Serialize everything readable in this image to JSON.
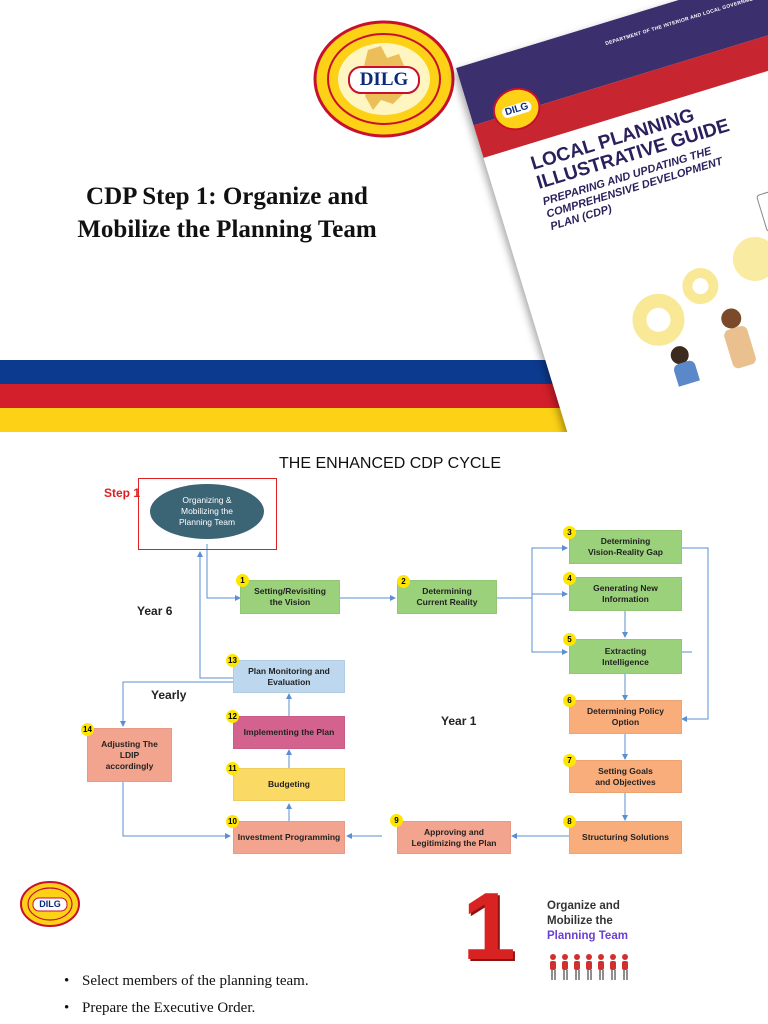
{
  "slide1": {
    "logo_text": "DILG",
    "title": "CDP Step 1: Organize and Mobilize the Planning Team",
    "book": {
      "department": "DEPARTMENT OF THE INTERIOR AND LOCAL GOVERNMENT",
      "logo_text": "DILG",
      "title_line1": "LOCAL PLANNING",
      "title_line2": "ILLUSTRATIVE GUIDE",
      "subtitle_line1": "PREPARING AND UPDATING THE",
      "subtitle_line2": "COMPREHENSIVE DEVELOPMENT",
      "subtitle_line3": "PLAN (CDP)"
    },
    "colors": {
      "blue": "#0c3a8e",
      "red": "#d21f2b",
      "yellow": "#fcd116",
      "book_purple": "#3c2f6d",
      "book_red": "#c7252f"
    }
  },
  "slide2": {
    "title": "THE ENHANCED CDP CYCLE",
    "step_label": "Step 1",
    "center_node": "Organizing & Mobilizing the Planning Team",
    "year6": "Year 6",
    "yearly": "Yearly",
    "year1": "Year 1",
    "steps": [
      {
        "n": "1",
        "label": "Setting/Revisiting the Vision"
      },
      {
        "n": "2",
        "label": "Determining Current Reality"
      },
      {
        "n": "3",
        "label": "Determining Vision-Reality Gap"
      },
      {
        "n": "4",
        "label": "Generating New Information"
      },
      {
        "n": "5",
        "label": "Extracting Intelligence"
      },
      {
        "n": "6",
        "label": "Determining Policy Option"
      },
      {
        "n": "7",
        "label": "Setting Goals and Objectives"
      },
      {
        "n": "8",
        "label": "Structuring Solutions"
      },
      {
        "n": "9",
        "label": "Approving and Legitimizing the Plan"
      },
      {
        "n": "10",
        "label": "Investment Programming"
      },
      {
        "n": "11",
        "label": "Budgeting"
      },
      {
        "n": "12",
        "label": "Implementing the Plan"
      },
      {
        "n": "13",
        "label": "Plan Monitoring and Evaluation"
      },
      {
        "n": "14",
        "label": "Adjusting The LDIP accordingly"
      }
    ]
  },
  "slide3": {
    "logo_text": "DILG",
    "big_number": "1",
    "heading_line1": "Organize and",
    "heading_line2": "Mobilize the",
    "heading_line3": "Planning Team",
    "bullets": [
      "Select members of the planning team.",
      "Prepare the Executive Order."
    ]
  }
}
